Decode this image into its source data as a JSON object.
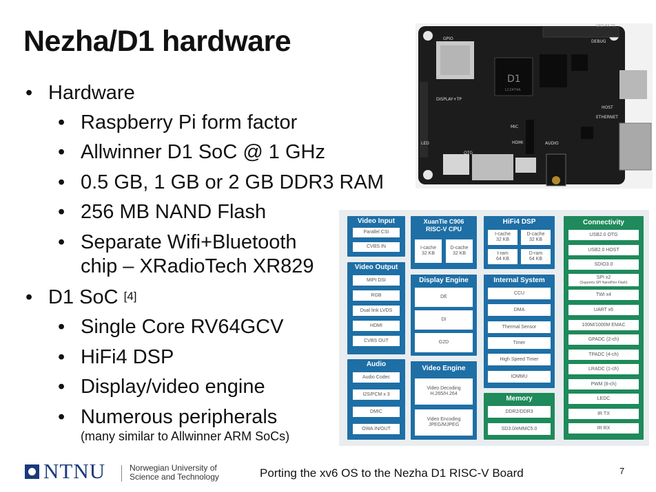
{
  "slide": {
    "title": "Nezha/D1 hardware",
    "bullets": {
      "hardware": "Hardware",
      "rpi": "Raspberry Pi form factor",
      "soc": "Allwinner D1 SoC @ 1 GHz",
      "ram": "0.5 GB, 1 GB or 2 GB DDR3 RAM",
      "nand": "256 MB NAND Flash",
      "wifi1": "Separate Wifi+Bluetooth",
      "wifi2": "chip – XRadioTech XR829",
      "d1soc": "D1 SoC",
      "d1ref": "[4]",
      "core": "Single Core RV64GCV",
      "dsp": "HiFi4 DSP",
      "display": "Display/video engine",
      "periph": "Numerous peripherals",
      "periph_note": "(many similar to Allwinner ARM SoCs)",
      "bullet_char": "•"
    }
  },
  "board_labels": {
    "gpio": "GPIO",
    "debug": "DEBUG",
    "gnd_rx_tx": "GND RX TX",
    "display_tp": "DISPLAY+TP",
    "mic": "MIC",
    "hdmi": "HDMI",
    "audio": "AUDIO",
    "host": "HOST",
    "ethernet": "ETHERNET",
    "otg": "OTG",
    "led": "LED",
    "chip": "D1",
    "chip_code": "LC2474A"
  },
  "diagram": {
    "video_input": {
      "title": "Video Input",
      "items": [
        "Parallel CSI",
        "CVBS IN"
      ]
    },
    "video_output": {
      "title": "Video Output",
      "items": [
        "MIPI DSI",
        "RGB",
        "Dual link LVDS",
        "HDMI",
        "CVBS OUT"
      ]
    },
    "audio": {
      "title": "Audio",
      "items": [
        "Audio Codec",
        "I2S/PCM x 3",
        "DMIC",
        "OWA IN/OUT"
      ]
    },
    "cpu": {
      "title1": "XuanTie C906",
      "title2": "RISC-V CPU",
      "icache": "I-cache\n32 KB",
      "dcache": "D-cache\n32 KB"
    },
    "hifi": {
      "title": "HiFi4 DSP",
      "icache": "I-cache\n32 KB",
      "dcache": "D-cache\n32 KB",
      "iram": "I-ram\n64 KB",
      "dram": "D-ram\n64 KB"
    },
    "display_engine": {
      "title": "Display Engine",
      "items": [
        "DE",
        "DI",
        "G2D"
      ]
    },
    "internal": {
      "title": "Internal System",
      "items": [
        "CCU",
        "DMA",
        "Thermal Sensor",
        "Timer",
        "High Speed Timer",
        "IOMMU"
      ]
    },
    "video_engine": {
      "title": "Video Engine",
      "items": [
        "Video Decoding\nH.265/H.264",
        "Video Encoding\nJPEG/MJPEG"
      ]
    },
    "memory": {
      "title": "Memory",
      "items": [
        "DDR2/DDR3",
        "SD3.0/eMMC5.0"
      ]
    },
    "connectivity": {
      "title": "Connectivity",
      "items": [
        "USB2.0 OTG",
        "USB2.0 HOST",
        "SDIO3.0",
        "SPI x2",
        "TWI x4",
        "UART x6",
        "100M/1000M EMAC",
        "GPADC (2-ch)",
        "TPADC (4-ch)",
        "LRADC (1-ch)",
        "PWM (8-ch)",
        "LEDC",
        "IR TX",
        "IR RX"
      ],
      "spi_note": "(Supports SPI Nand/Nor Flash)"
    },
    "colors": {
      "blue": "#1e6fa6",
      "green": "#1f8a5b",
      "bg": "#e9edf0"
    }
  },
  "footer": {
    "brand": "NTNU",
    "uni1": "Norwegian University of",
    "uni2": "Science and Technology",
    "title": "Porting the xv6 OS to the Nezha D1 RISC-V Board",
    "page": "7"
  }
}
